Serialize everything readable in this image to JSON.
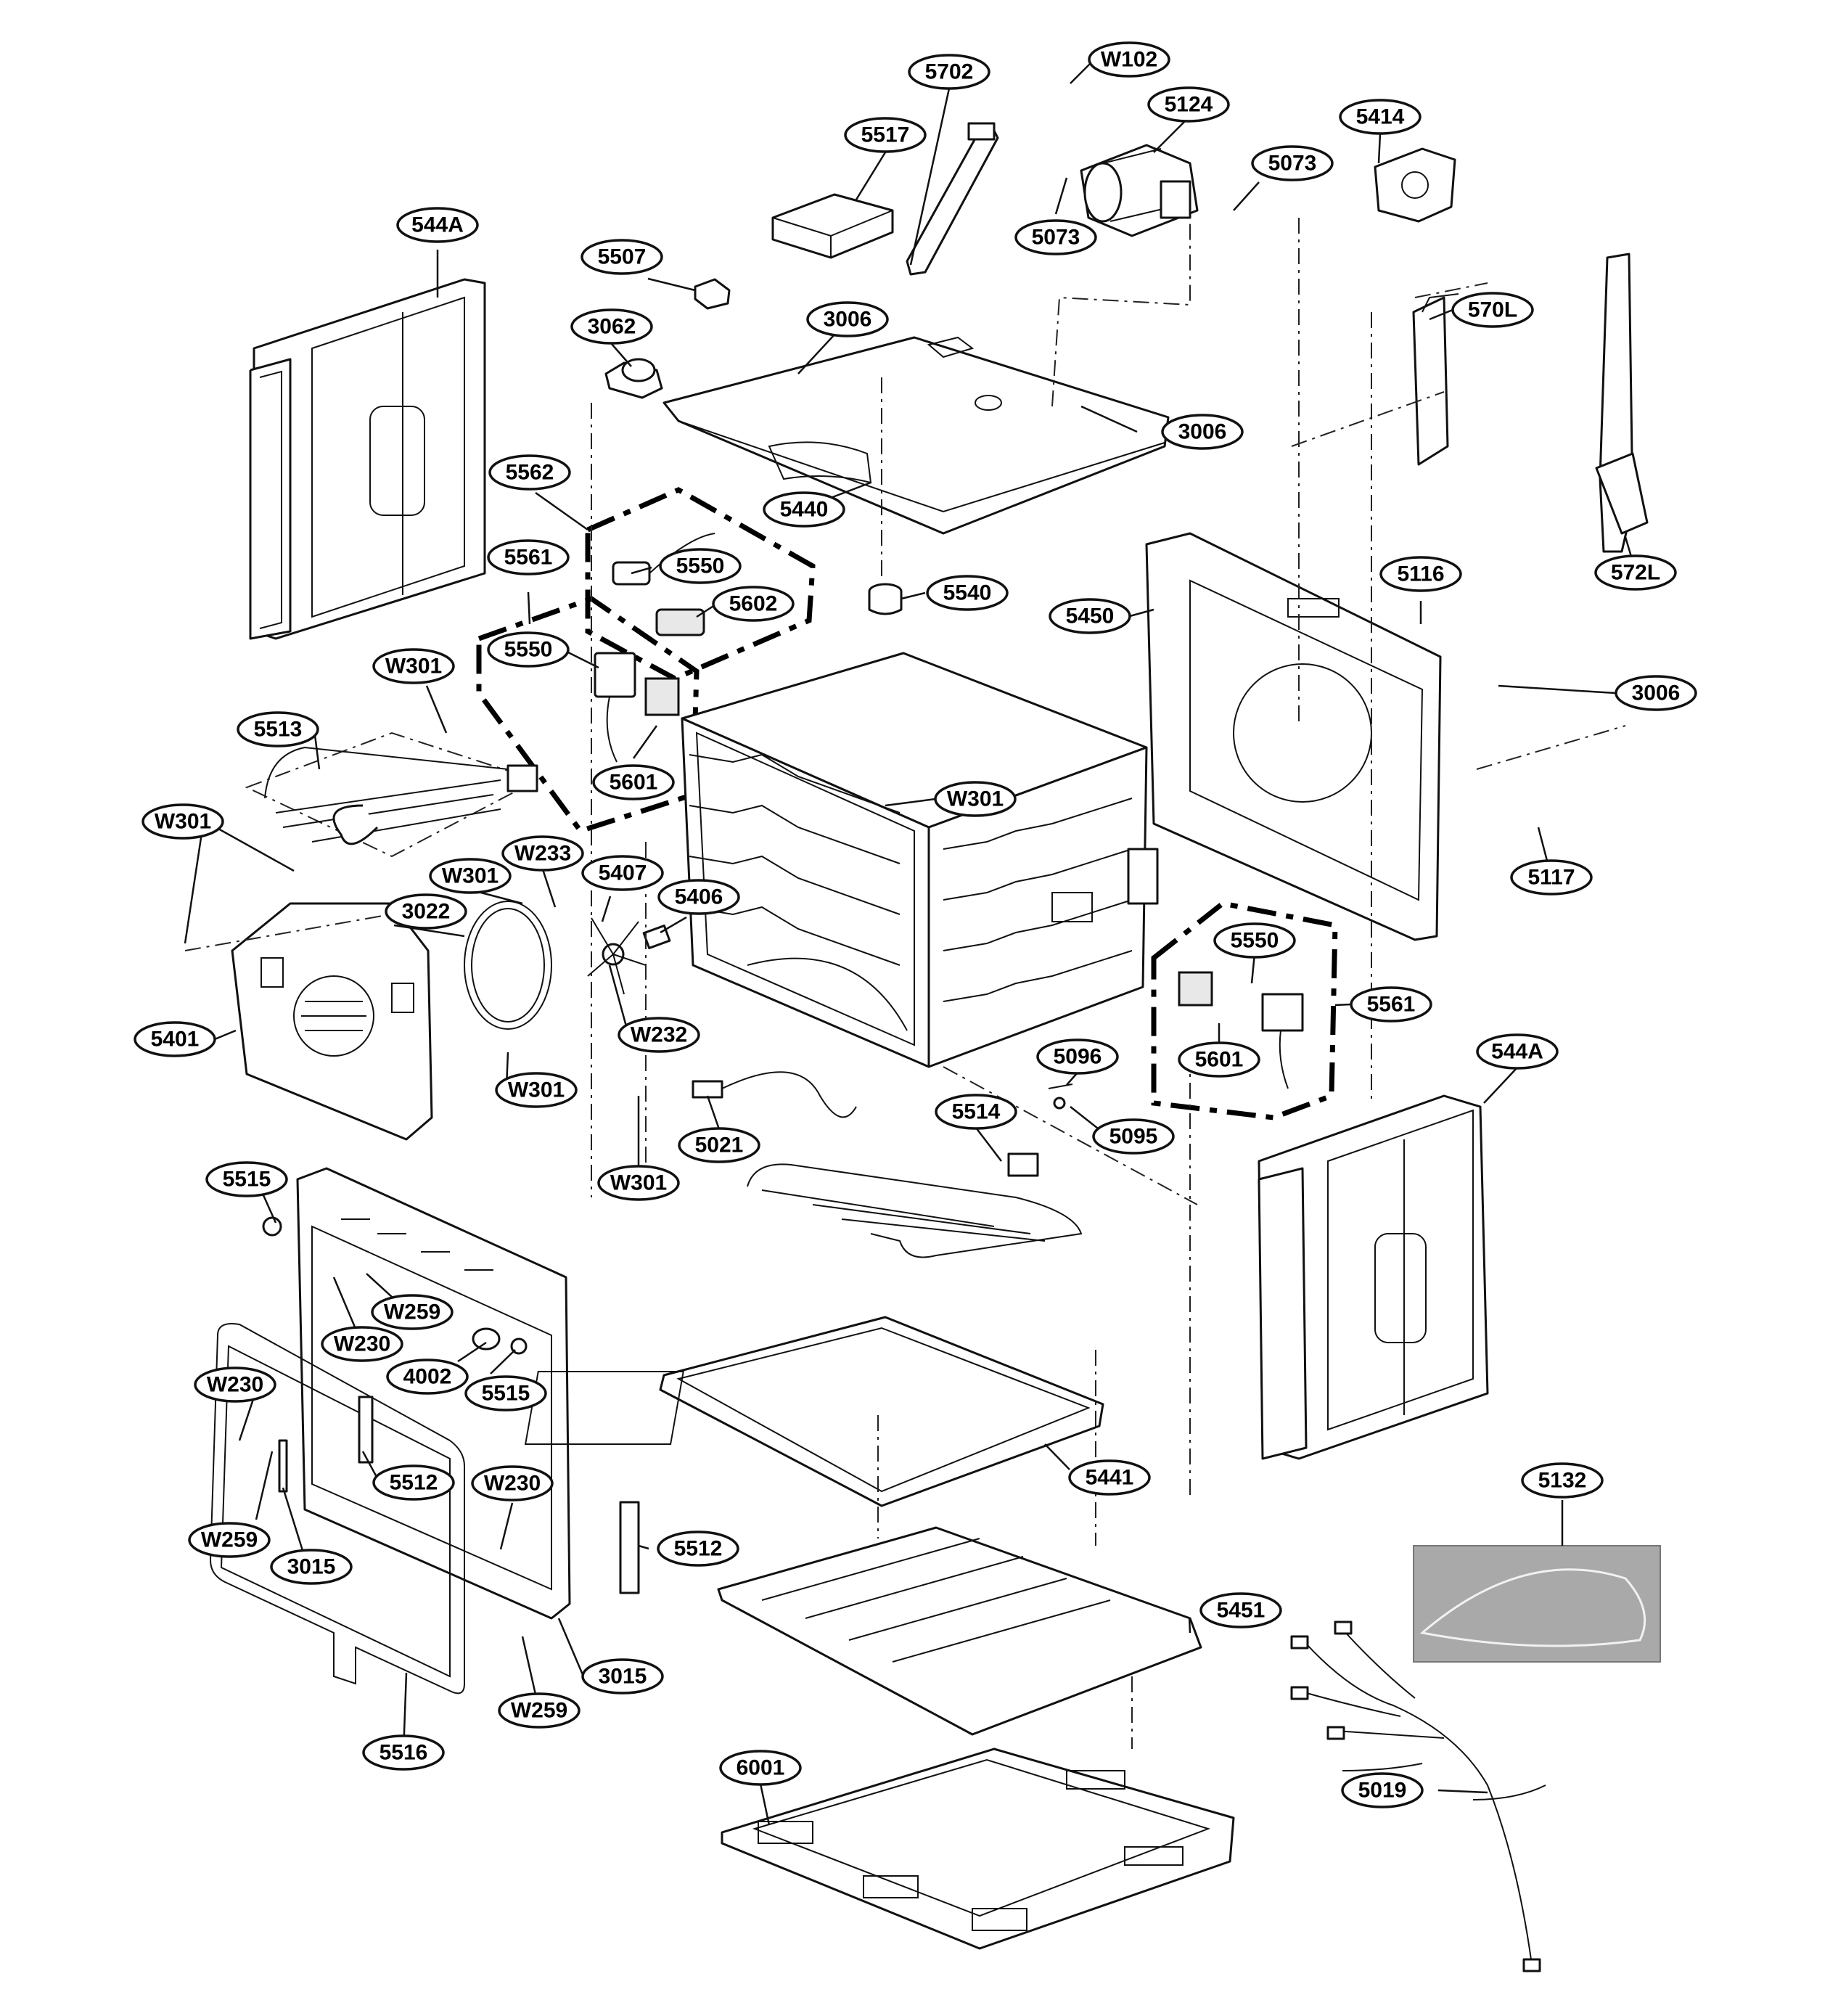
{
  "diagram": {
    "callouts": [
      {
        "id": "c-5702",
        "label": "5702"
      },
      {
        "id": "c-w102",
        "label": "W102"
      },
      {
        "id": "c-5124",
        "label": "5124"
      },
      {
        "id": "c-5517",
        "label": "5517"
      },
      {
        "id": "c-5073a",
        "label": "5073"
      },
      {
        "id": "c-5073b",
        "label": "5073"
      },
      {
        "id": "c-5414",
        "label": "5414"
      },
      {
        "id": "c-544a-top",
        "label": "544A"
      },
      {
        "id": "c-5507",
        "label": "5507"
      },
      {
        "id": "c-3062",
        "label": "3062"
      },
      {
        "id": "c-3006a",
        "label": "3006"
      },
      {
        "id": "c-3006b",
        "label": "3006"
      },
      {
        "id": "c-570l",
        "label": "570L"
      },
      {
        "id": "c-572l",
        "label": "572L"
      },
      {
        "id": "c-5562",
        "label": "5562"
      },
      {
        "id": "c-5440",
        "label": "5440"
      },
      {
        "id": "c-5561a",
        "label": "5561"
      },
      {
        "id": "c-5550a",
        "label": "5550"
      },
      {
        "id": "c-5602",
        "label": "5602"
      },
      {
        "id": "c-5550b",
        "label": "5550"
      },
      {
        "id": "c-5540",
        "label": "5540"
      },
      {
        "id": "c-5450",
        "label": "5450"
      },
      {
        "id": "c-5116",
        "label": "5116"
      },
      {
        "id": "c-3006c",
        "label": "3006"
      },
      {
        "id": "c-w301a",
        "label": "W301"
      },
      {
        "id": "c-5513",
        "label": "5513"
      },
      {
        "id": "c-5601a",
        "label": "5601"
      },
      {
        "id": "c-w301b",
        "label": "W301"
      },
      {
        "id": "c-w301c",
        "label": "W301"
      },
      {
        "id": "c-5117",
        "label": "5117"
      },
      {
        "id": "c-w233",
        "label": "W233"
      },
      {
        "id": "c-w301d",
        "label": "W301"
      },
      {
        "id": "c-5407",
        "label": "5407"
      },
      {
        "id": "c-5406",
        "label": "5406"
      },
      {
        "id": "c-3022",
        "label": "3022"
      },
      {
        "id": "c-5550c",
        "label": "5550"
      },
      {
        "id": "c-5561b",
        "label": "5561"
      },
      {
        "id": "c-5401",
        "label": "5401"
      },
      {
        "id": "c-w232",
        "label": "W232"
      },
      {
        "id": "c-5601b",
        "label": "5601"
      },
      {
        "id": "c-5096",
        "label": "5096"
      },
      {
        "id": "c-544a-right",
        "label": "544A"
      },
      {
        "id": "c-w301e",
        "label": "W301"
      },
      {
        "id": "c-5095",
        "label": "5095"
      },
      {
        "id": "c-5514",
        "label": "5514"
      },
      {
        "id": "c-5021",
        "label": "5021"
      },
      {
        "id": "c-w301f",
        "label": "W301"
      },
      {
        "id": "c-5515a",
        "label": "5515"
      },
      {
        "id": "c-w259a",
        "label": "W259"
      },
      {
        "id": "c-w230a",
        "label": "W230"
      },
      {
        "id": "c-4002",
        "label": "4002"
      },
      {
        "id": "c-5515b",
        "label": "5515"
      },
      {
        "id": "c-w230b",
        "label": "W230"
      },
      {
        "id": "c-5441",
        "label": "5441"
      },
      {
        "id": "c-5132",
        "label": "5132"
      },
      {
        "id": "c-5512a",
        "label": "5512"
      },
      {
        "id": "c-w230c",
        "label": "W230"
      },
      {
        "id": "c-w259b",
        "label": "W259"
      },
      {
        "id": "c-3015a",
        "label": "3015"
      },
      {
        "id": "c-5512b",
        "label": "5512"
      },
      {
        "id": "c-5451",
        "label": "5451"
      },
      {
        "id": "c-3015b",
        "label": "3015"
      },
      {
        "id": "c-w259c",
        "label": "W259"
      },
      {
        "id": "c-5516",
        "label": "5516"
      },
      {
        "id": "c-6001",
        "label": "6001"
      },
      {
        "id": "c-5019",
        "label": "5019"
      }
    ]
  }
}
